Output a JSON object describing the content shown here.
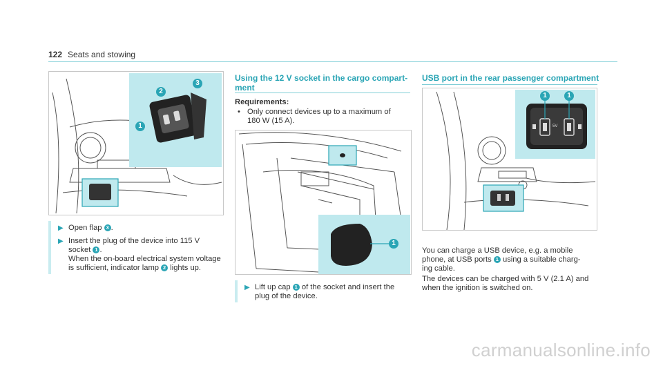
{
  "header": {
    "page_number": "122",
    "section": "Seats and stowing"
  },
  "col1": {
    "steps": [
      {
        "before": "Open flap ",
        "badge": "3",
        "after": "."
      },
      {
        "line1": "Insert the plug of the device into 115 V",
        "line2a": "socket ",
        "badge": "1",
        "line2b": ".",
        "line3": "When the on-board electrical system voltage",
        "line4a": "is sufficient, indicator lamp ",
        "badge2": "2",
        "line4b": " lights up."
      }
    ],
    "callouts": [
      "1",
      "2",
      "3"
    ]
  },
  "col2": {
    "heading_line1": "Using the 12 V socket in the cargo compart-",
    "heading_line2": "ment",
    "requirements_title": "Requirements:",
    "req_line1": "Only connect devices up to a maximum of",
    "req_line2": "180 W (15 A).",
    "bullet": "•",
    "step_line1a": "Lift up cap ",
    "step_badge": "1",
    "step_line1b": " of the socket and insert the",
    "step_line2": "plug of the device.",
    "callout": "1"
  },
  "col3": {
    "heading": "USB port in the rear passenger compartment",
    "callouts": [
      "1",
      "1"
    ],
    "usb_label": "5V",
    "p1_line1": "You can charge a USB device, e.g. a mobile",
    "p1_line2a": "phone, at USB ports ",
    "p1_badge": "1",
    "p1_line2b": " using a suitable charg-",
    "p1_line3": "ing cable.",
    "p2_line1": "The devices can be charged with 5 V (2.1 A) and",
    "p2_line2": "when the ignition is switched on."
  },
  "watermark": "carmanualsonline.info",
  "colors": {
    "accent": "#2aa5b5",
    "inset": "#bfe9ee",
    "rule": "#7ecdd6"
  }
}
